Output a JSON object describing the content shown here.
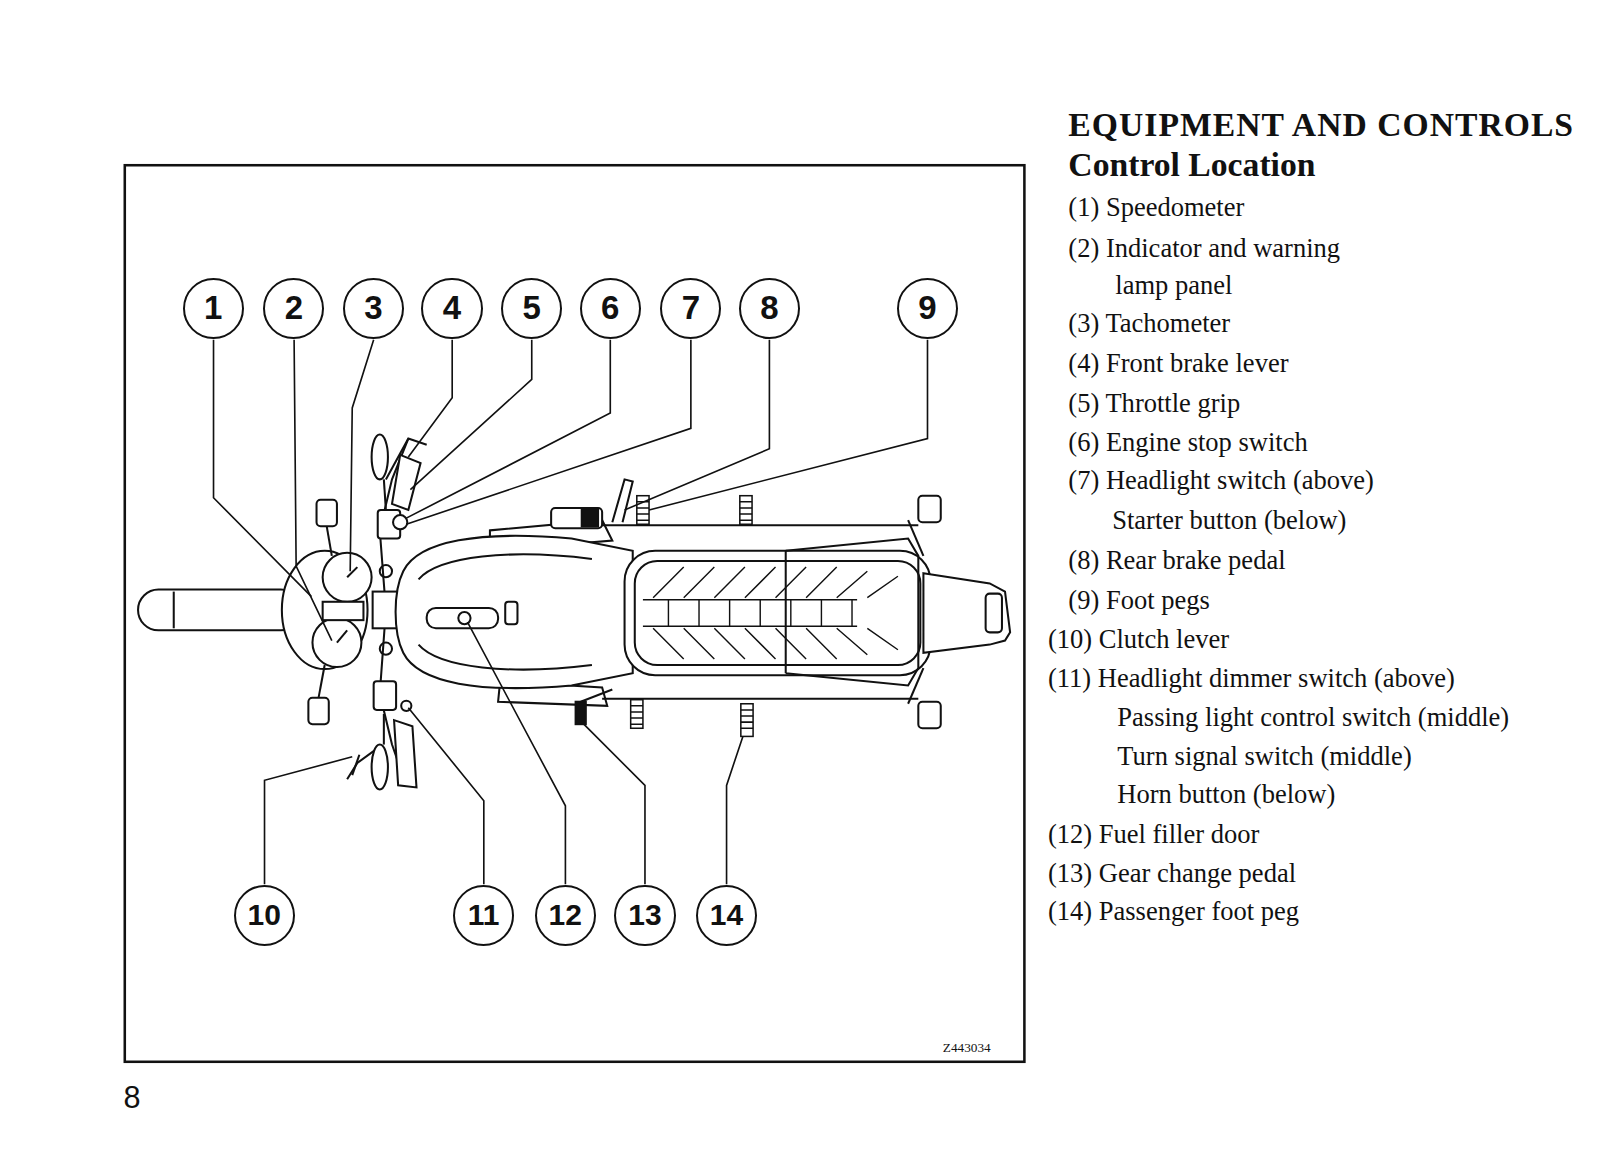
{
  "diagram": {
    "title": "EQUIPMENT AND CONTROLS",
    "nodes": [
      {
        "text": [
          "1"
        ]
      },
      {
        "text": [
          "2"
        ]
      },
      {
        "text": [
          "3"
        ]
      },
      {
        "text": [
          "4"
        ]
      },
      {
        "text": [
          "5"
        ]
      },
      {
        "text": [
          "6"
        ]
      },
      {
        "text": [
          "7"
        ]
      },
      {
        "text": [
          "8"
        ]
      },
      {
        "text": [
          "9"
        ]
      },
      {
        "text": [
          "10"
        ]
      },
      {
        "text": [
          "11"
        ]
      },
      {
        "text": [
          "12"
        ]
      },
      {
        "text": [
          "13"
        ]
      },
      {
        "text": [
          "14"
        ]
      }
    ],
    "labels": [
      "Control Location",
      "(1) Speedometer",
      "(2) Indicator and warning",
      "lamp panel",
      "(3) Tachometer",
      "(4) Front brake lever",
      "(5) Throttle grip",
      "(6) Engine stop switch",
      "(7) Headlight switch (above)",
      "Starter button (below)",
      "(8) Rear brake pedal",
      "(9) Foot pegs",
      "(10) Clutch lever",
      "(11) Headlight dimmer switch (above)",
      "Passing light control switch (middle)",
      "Turn signal switch (middle)",
      "Horn button (below)",
      "(12) Fuel filler door",
      "(13) Gear change pedal",
      "(14) Passenger foot peg",
      "8",
      "Z443034"
    ]
  }
}
